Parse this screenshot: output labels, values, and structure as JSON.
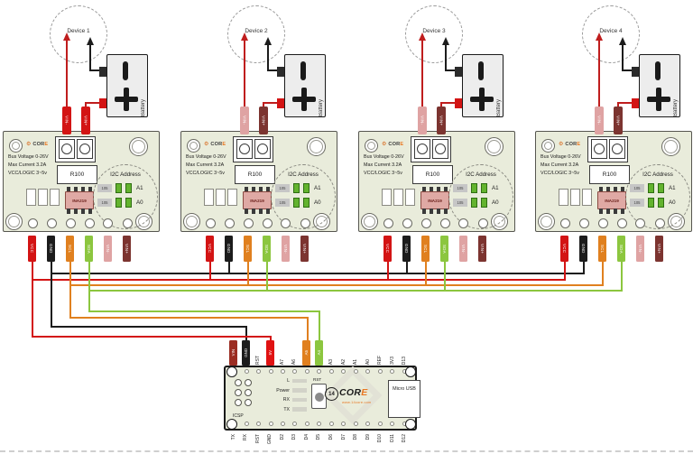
{
  "colors": {
    "vcc_wire": "#d31414",
    "gnd_wire": "#1c1c1c",
    "scl_wire": "#e0801f",
    "sda_wire": "#8cc63f",
    "device_wire": "#bf1d1d",
    "vin_minus_pink": "#dfa3a3",
    "vin_plus_maroon": "#7c3430",
    "board_green": "#e9ecdb",
    "accent_orange": "#e87722"
  },
  "modules": [
    {
      "device_label": "Device 1",
      "battery_label": "Battery",
      "terminals": [
        {
          "label": "VIN-",
          "color": "#d31414"
        },
        {
          "label": "VIN+",
          "color": "#d31414"
        }
      ]
    },
    {
      "device_label": "Device 2",
      "battery_label": "Battery",
      "terminals": [
        {
          "label": "VIN-",
          "color": "#dfa3a3"
        },
        {
          "label": "VIN+",
          "color": "#7c3430"
        }
      ]
    },
    {
      "device_label": "Device 3",
      "battery_label": "Battery",
      "terminals": [
        {
          "label": "VIN-",
          "color": "#dfa3a3"
        },
        {
          "label": "VIN+",
          "color": "#7c3430"
        }
      ]
    },
    {
      "device_label": "Device 4",
      "battery_label": "Battery",
      "terminals": [
        {
          "label": "VIN-",
          "color": "#dfa3a3"
        },
        {
          "label": "VIN+",
          "color": "#7c3430"
        }
      ]
    }
  ],
  "module_common": {
    "logo_text": "COR",
    "logo_accent": "E",
    "specs": [
      "Bus Voltage 0-26V",
      "Max Current 3.2A",
      "VCC/LOGIC 3~5v"
    ],
    "shunt_label": "R100",
    "chip_label": "INA219",
    "i2c": {
      "title": "I2C Address",
      "rows": [
        {
          "res": "105",
          "pin": "A1"
        },
        {
          "res": "105",
          "pin": "A0"
        }
      ]
    },
    "bottom_pins": [
      {
        "label": "VCC",
        "color": "#d31414"
      },
      {
        "label": "GND",
        "color": "#1c1c1c"
      },
      {
        "label": "SCL",
        "color": "#e0801f"
      },
      {
        "label": "SDA",
        "color": "#8cc63f"
      },
      {
        "label": "VIN-",
        "color": "#dfa3a3"
      },
      {
        "label": "VIN+",
        "color": "#7c3430"
      }
    ]
  },
  "arduino": {
    "top_pins": [
      {
        "label": "VIN",
        "color": "#9b2d22"
      },
      {
        "label": "GND",
        "color": "#1c1c1c"
      },
      {
        "label": "RST"
      },
      {
        "label": "5V",
        "color": "#e01212"
      },
      {
        "label": "A7"
      },
      {
        "label": "A6"
      },
      {
        "label": "A5",
        "color": "#e0801f"
      },
      {
        "label": "A4",
        "color": "#8cc63f"
      },
      {
        "label": "A3"
      },
      {
        "label": "A2"
      },
      {
        "label": "A1"
      },
      {
        "label": "A0"
      },
      {
        "label": "REF"
      },
      {
        "label": "3V3"
      },
      {
        "label": "D13"
      }
    ],
    "bottom_pins": [
      {
        "label": "TX"
      },
      {
        "label": "RX"
      },
      {
        "label": "RST"
      },
      {
        "label": "GND"
      },
      {
        "label": "D2"
      },
      {
        "label": "D3"
      },
      {
        "label": "D4"
      },
      {
        "label": "D5"
      },
      {
        "label": "D6"
      },
      {
        "label": "D7"
      },
      {
        "label": "D8"
      },
      {
        "label": "D9"
      },
      {
        "label": "D10"
      },
      {
        "label": "D11"
      },
      {
        "label": "D12"
      }
    ],
    "leds": [
      {
        "label": "L"
      },
      {
        "label": "Power"
      },
      {
        "label": "RX"
      },
      {
        "label": "TX"
      }
    ],
    "rst_label": "RST",
    "icsp_label": "ICSP",
    "logo": {
      "num": "14",
      "text": "COR",
      "accent": "E",
      "url": "www.14core.com"
    },
    "usb_label": "Micro USB"
  }
}
